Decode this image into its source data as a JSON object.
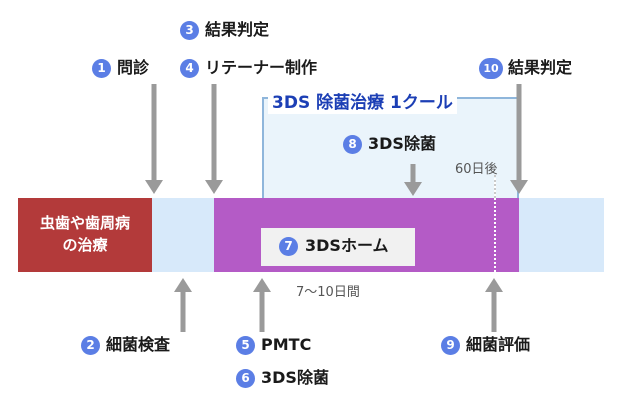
{
  "colors": {
    "badge": "#5b7ee5",
    "arrow": "#9a9a9a",
    "timeline": "#d7e9fa",
    "treatment_block": "#b33a3a",
    "home_block": "#b45bc6",
    "cycle_box_fill": "#eaf4fb",
    "cycle_box_border": "#8fb6db",
    "cycle_title": "#1c3fb5",
    "dotted": "#ffffff"
  },
  "treatment_block": {
    "label": "虫歯や歯周病\nの治療"
  },
  "home_block": {
    "label": "3DSホーム",
    "number": "7"
  },
  "cycle": {
    "title": "3DS 除菌治療 1クール"
  },
  "durations": {
    "home_period": "7〜10日間",
    "after_label": "60日後"
  },
  "steps": [
    {
      "number": "1",
      "label": "問診"
    },
    {
      "number": "2",
      "label": "細菌検査"
    },
    {
      "number": "3",
      "label": "結果判定"
    },
    {
      "number": "4",
      "label": "リテーナー制作"
    },
    {
      "number": "5",
      "label": "PMTC"
    },
    {
      "number": "6",
      "label": "3DS除菌"
    },
    {
      "number": "8",
      "label": "3DS除菌"
    },
    {
      "number": "9",
      "label": "細菌評価"
    },
    {
      "number": "10",
      "label": "結果判定"
    }
  ]
}
